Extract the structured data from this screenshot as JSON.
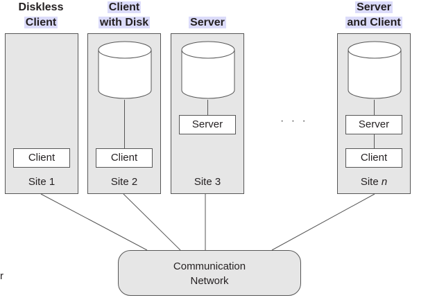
{
  "titles": {
    "diskless": [
      "Diskless",
      "Client"
    ],
    "client_disk": [
      "Client",
      "with Disk"
    ],
    "server": [
      "Server"
    ],
    "server_client": [
      "Server",
      "and Client"
    ]
  },
  "sites": {
    "site1": {
      "label": "Site 1",
      "client": "Client"
    },
    "site2": {
      "label": "Site 2",
      "client": "Client"
    },
    "site3": {
      "label": "Site 3",
      "server": "Server"
    },
    "siten": {
      "label_prefix": "Site ",
      "label_var": "n",
      "server": "Server",
      "client": "Client"
    }
  },
  "ellipsis": "· · ·",
  "network": {
    "line1": "Communication",
    "line2": "Network"
  },
  "edge_fragment": "r",
  "colors": {
    "site_fill": "#e6e6e6",
    "title_highlight": "#dcdcfa",
    "stroke": "#555555"
  }
}
